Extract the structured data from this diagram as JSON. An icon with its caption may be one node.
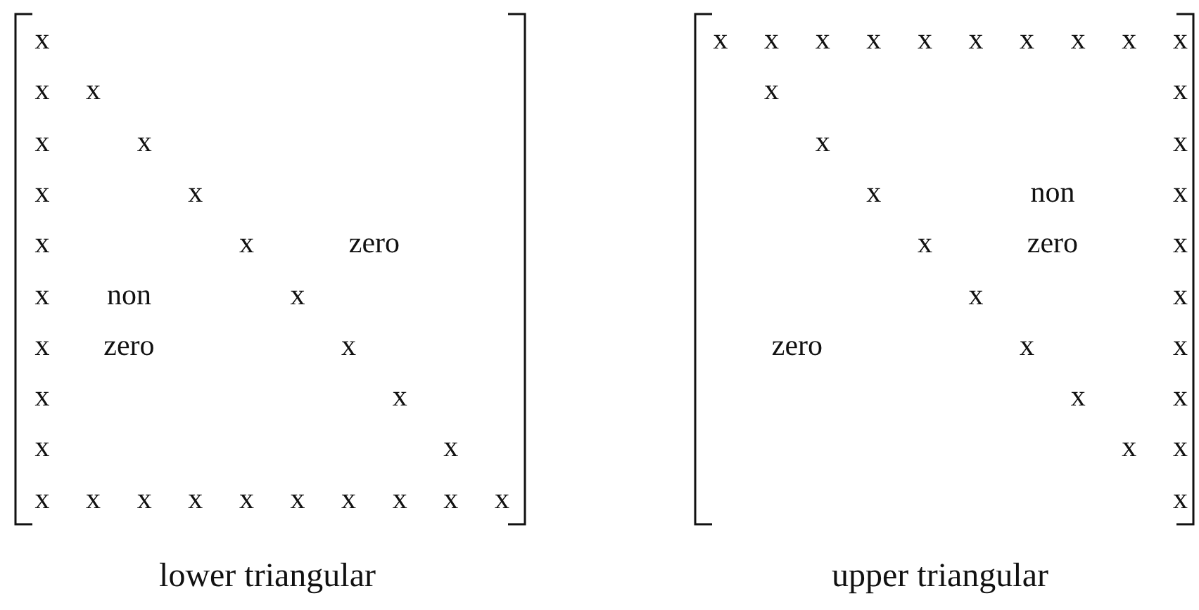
{
  "diagram": {
    "labels": [
      "x",
      "x",
      "x",
      "x",
      "x",
      "x",
      "x",
      "x",
      "x",
      "zero",
      "x",
      "non",
      "x",
      "x",
      "zero",
      "x",
      "x",
      "x",
      "x",
      "x",
      "x",
      "x",
      "x",
      "x",
      "x",
      "x",
      "x",
      "x",
      "x",
      "x",
      "lower triangular",
      "x",
      "x",
      "x",
      "x",
      "x",
      "x",
      "x",
      "x",
      "x",
      "x",
      "x",
      "x",
      "x",
      "x",
      "x",
      "non",
      "x",
      "x",
      "zero",
      "x",
      "x",
      "x",
      "zero",
      "x",
      "x",
      "x",
      "x",
      "x",
      "x",
      "x",
      "upper triangular"
    ]
  }
}
